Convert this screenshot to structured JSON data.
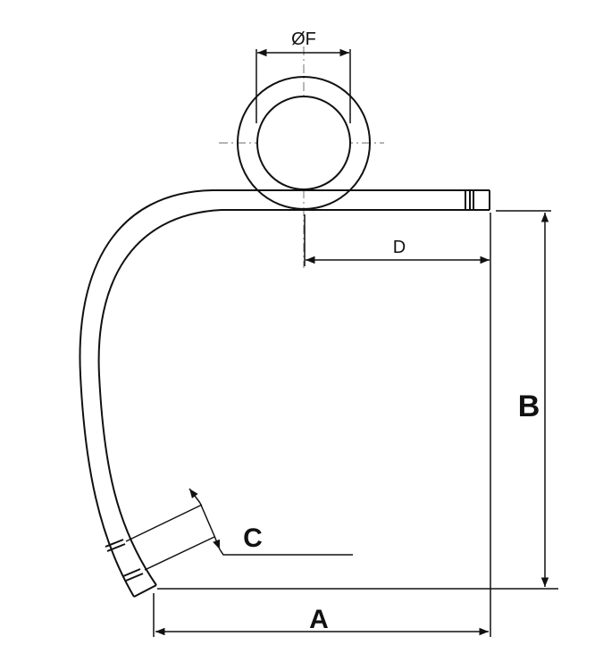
{
  "labels": {
    "F": "ØF",
    "D": "D",
    "B": "B",
    "A": "A",
    "C": "C"
  },
  "colors": {
    "line": "#111111",
    "background": "#ffffff"
  }
}
